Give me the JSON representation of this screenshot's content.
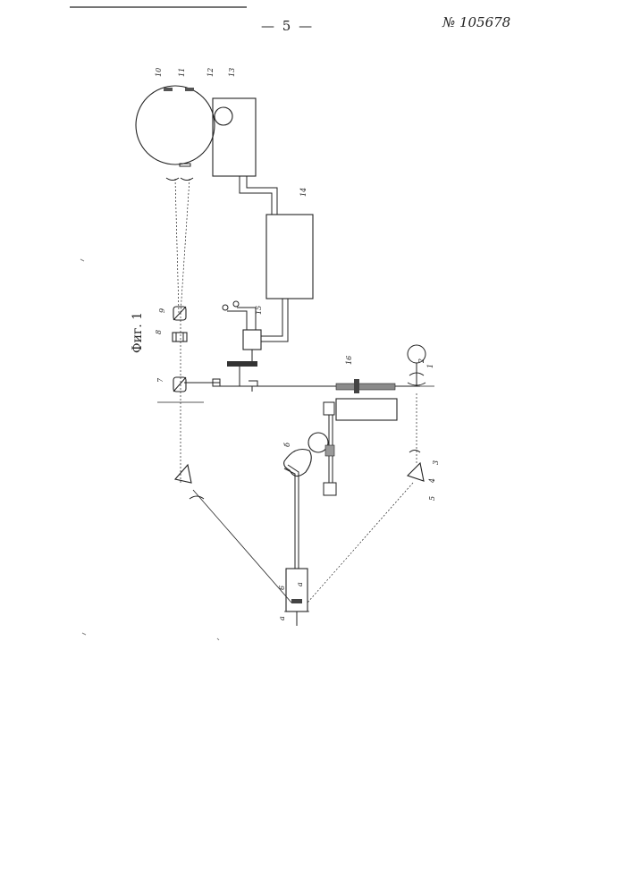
{
  "header": {
    "page_number": "— 5 —",
    "patent_number": "№ 105678"
  },
  "figure": {
    "caption": "Фиг. 1"
  },
  "labels": {
    "l1": "1",
    "l2": "2",
    "l3": "3",
    "l4": "4",
    "l5": "5",
    "l6": "6",
    "l7": "7",
    "l8": "8",
    "l9": "9",
    "l10": "10",
    "l11": "11",
    "l12": "12",
    "l13": "13",
    "l14": "14",
    "l15": "15",
    "l16": "16",
    "l_b": "б",
    "a1": "a",
    "a2": "a"
  }
}
